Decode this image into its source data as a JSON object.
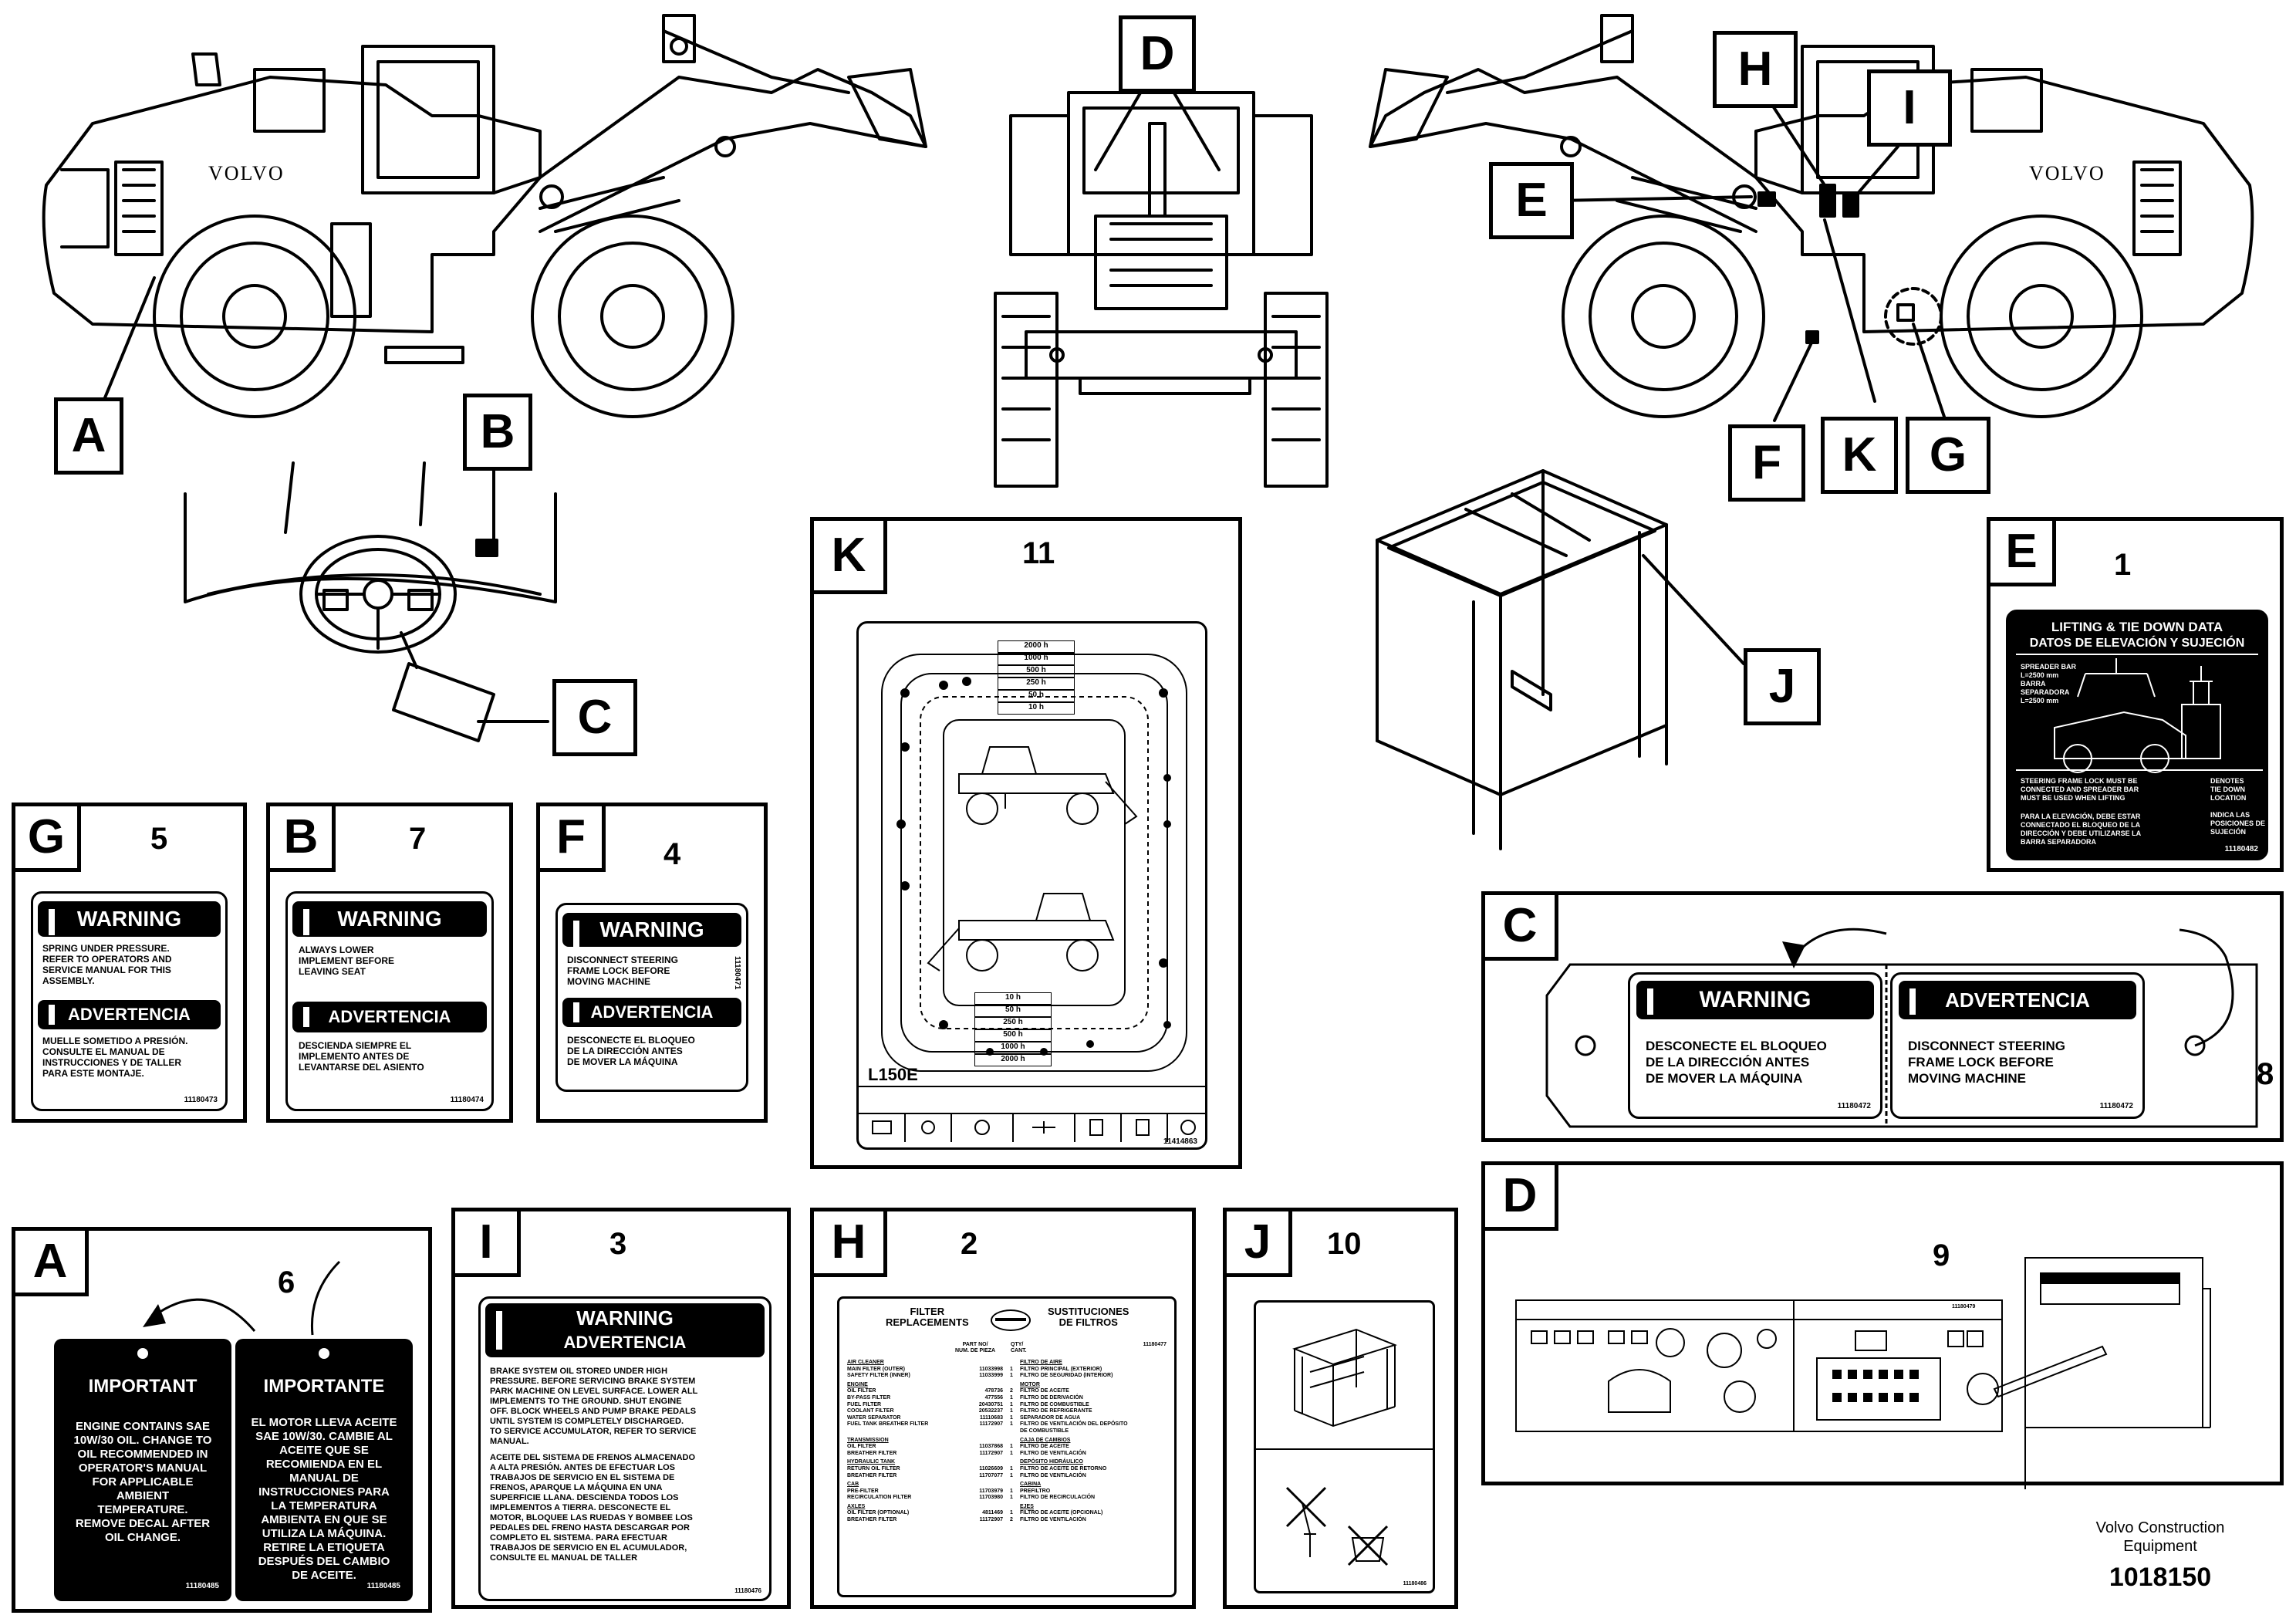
{
  "callouts": {
    "A": "A",
    "B": "B",
    "C": "C",
    "D": "D",
    "E": "E",
    "F": "F",
    "G": "G",
    "H": "H",
    "I": "I",
    "J": "J",
    "K": "K"
  },
  "decal_G": {
    "letter": "G",
    "item": "5",
    "warning": "WARNING",
    "warning_text": "SPRING UNDER PRESSURE.\nREFER TO OPERATORS AND\nSERVICE MANUAL FOR THIS\nASSEMBLY.",
    "advertencia": "ADVERTENCIA",
    "advertencia_text": "MUELLE SOMETIDO A PRESIÓN.\nCONSULTE EL MANUAL DE\nINSTRUCCIONES Y DE TALLER\nPARA ESTE MONTAJE.",
    "ref": "11180473"
  },
  "decal_B": {
    "letter": "B",
    "item": "7",
    "warning": "WARNING",
    "warning_text": "ALWAYS LOWER\nIMPLEMENT BEFORE\nLEAVING SEAT",
    "advertencia": "ADVERTENCIA",
    "advertencia_text": "DESCIENDA SIEMPRE EL\nIMPLEMENTO ANTES DE\nLEVANTARSE DEL ASIENTO",
    "ref": "11180474"
  },
  "decal_F": {
    "letter": "F",
    "item": "4",
    "warning": "WARNING",
    "warning_text": "DISCONNECT STEERING\nFRAME LOCK BEFORE\nMOVING MACHINE",
    "advertencia": "ADVERTENCIA",
    "advertencia_text": "DESCONECTE EL BLOQUEO\nDE LA DIRECCIÓN ANTES\nDE MOVER LA MÁQUINA",
    "ref": "11180471"
  },
  "decal_K": {
    "letter": "K",
    "item": "11",
    "model": "L150E",
    "hours_top": [
      "2000 h",
      "1000 h",
      "500 h",
      "250 h",
      "50 h",
      "10 h"
    ],
    "hours_bottom": [
      "10 h",
      "50 h",
      "250 h",
      "500 h",
      "1000 h",
      "2000 h"
    ],
    "ref": "11414863"
  },
  "decal_E": {
    "letter": "E",
    "item": "1",
    "title": "LIFTING & TIE DOWN DATA",
    "subtitle": "DATOS DE ELEVACIÓN Y SUJECIÓN",
    "spreader": "SPREADER BAR\nL=2500 mm\nBARRA\nSEPARADORA\nL=2500 mm",
    "text_en": "STEERING FRAME LOCK MUST BE\nCONNECTED AND SPREADER BAR\nMUST BE USED WHEN LIFTING",
    "text_es": "PARA LA ELEVACIÓN, DEBE ESTAR\nCONNECTADO EL BLOQUEO DE LA\nDIRECCIÓN Y DEBE UTILIZARSE LA\nBARRA SEPARADORA",
    "denotes": "DENOTES\nTIE DOWN\nLOCATION",
    "indica": "INDICA LAS\nPOSICIONES DE\nSUJECIÓN",
    "ref": "11180482"
  },
  "decal_C": {
    "letter": "C",
    "item": "8",
    "left_header": "WARNING",
    "left_text": "DESCONECTE EL BLOQUEO\nDE LA DIRECCIÓN ANTES\nDE MOVER LA MÁQUINA",
    "right_header": "ADVERTENCIA",
    "right_text": "DISCONNECT STEERING\nFRAME LOCK BEFORE\nMOVING MACHINE",
    "ref_left": "11180472",
    "ref_right": "11180472"
  },
  "decal_A": {
    "letter": "A",
    "item": "6",
    "left_title": "IMPORTANT",
    "left_text": "ENGINE CONTAINS SAE\n10W/30 OIL. CHANGE TO\nOIL RECOMMENDED IN\nOPERATOR'S MANUAL\nFOR APPLICABLE\nAMBIENT\nTEMPERATURE.\nREMOVE DECAL AFTER\nOIL CHANGE.",
    "left_ref": "11180485",
    "right_title": "IMPORTANTE",
    "right_text": "EL MOTOR LLEVA ACEITE\nSAE 10W/30. CAMBIE AL\nACEITE QUE SE\nRECOMIENDA EN EL\nMANUAL DE\nINSTRUCCIONES PARA\nLA TEMPERATURA\nAMBIENTA EN QUE SE\nUTILIZA LA MÁQUINA.\nRETIRE LA ETIQUETA\nDESPUÉS DEL CAMBIO\nDE ACEITE.",
    "right_ref": "11180485"
  },
  "decal_I": {
    "letter": "I",
    "item": "3",
    "warning": "WARNING",
    "advertencia": "ADVERTENCIA",
    "text_en": "BRAKE SYSTEM OIL STORED UNDER HIGH\nPRESSURE. BEFORE SERVICING BRAKE SYSTEM\nPARK MACHINE ON LEVEL SURFACE. LOWER ALL\nIMPLEMENTS TO THE GROUND. SHUT ENGINE\nOFF. BLOCK WHEELS AND PUMP BRAKE PEDALS\nUNTIL SYSTEM IS COMPLETELY DISCHARGED.\nTO SERVICE ACCUMULATOR, REFER TO SERVICE\nMANUAL.",
    "text_es": "ACEITE DEL SISTEMA DE FRENOS ALMACENADO\nA ALTA PRESIÓN. ANTES DE EFECTUAR LOS\nTRABAJOS DE SERVICIO EN EL SISTEMA DE\nFRENOS, APARQUE LA MÁQUINA EN UNA\nSUPERFICIE LLANA. DESCIENDA TODOS LOS\nIMPLEMENTOS A TIERRA. DESCONECTE EL\nMOTOR, BLOQUEE LAS RUEDAS Y BOMBEE LOS\nPEDALES DEL FRENO HASTA DESCARGAR POR\nCOMPLETO EL SISTEMA. PARA EFECTUAR\nTRABAJOS DE SERVICIO EN EL ACUMULADOR,\nCONSULTE EL MANUAL DE TALLER",
    "ref": "11180476"
  },
  "decal_H": {
    "letter": "H",
    "item": "2",
    "title_left": "FILTER\nREPLACEMENTS",
    "title_right": "SUSTITUCIONES\nDE FILTROS",
    "col_part": "PART NO/\nNUM. DE PIEZA",
    "col_qty": "QTY/\nCANT.",
    "ref": "11180477",
    "rows": [
      {
        "en": "AIR CLEANER",
        "part": "",
        "qty": "",
        "es": "FILTRO DE AIRE",
        "group": true
      },
      {
        "en": "MAIN FILTER (OUTER)",
        "part": "11033998",
        "qty": "1",
        "es": "FILTRO PRINCIPAL (EXTERIOR)"
      },
      {
        "en": "SAFETY FILTER (INNER)",
        "part": "11033999",
        "qty": "1",
        "es": "FILTRO DE SEGURIDAD (INTERIOR)"
      },
      {
        "en": "ENGINE",
        "part": "",
        "qty": "",
        "es": "MOTOR",
        "group": true
      },
      {
        "en": "OIL FILTER",
        "part": "478736",
        "qty": "2",
        "es": "FILTRO DE ACEITE"
      },
      {
        "en": "BY-PASS FILTER",
        "part": "477556",
        "qty": "1",
        "es": "FILTRO DE DERIVACIÓN"
      },
      {
        "en": "FUEL FILTER",
        "part": "20430751",
        "qty": "1",
        "es": "FILTRO DE COMBUSTIBLE"
      },
      {
        "en": "COOLANT FILTER",
        "part": "20532237",
        "qty": "1",
        "es": "FILTRO DE REFRIGERANTE"
      },
      {
        "en": "WATER SEPARATOR",
        "part": "11110683",
        "qty": "1",
        "es": "SEPARADOR DE AGUA"
      },
      {
        "en": "FUEL TANK BREATHER FILTER",
        "part": "11172907",
        "qty": "1",
        "es": "FILTRO DE VENTILACIÓN DEL DEPÓSITO\nDE COMBUSTIBLE"
      },
      {
        "en": "TRANSMISSION",
        "part": "",
        "qty": "",
        "es": "CAJA DE CAMBIOS",
        "group": true
      },
      {
        "en": "OIL FILTER",
        "part": "11037868",
        "qty": "1",
        "es": "FILTRO DE ACEITE"
      },
      {
        "en": "BREATHER FILTER",
        "part": "11172907",
        "qty": "1",
        "es": "FILTRO DE VENTILACIÓN"
      },
      {
        "en": "HYDRAULIC TANK",
        "part": "",
        "qty": "",
        "es": "DEPÓSITO HIDRÁULICO",
        "group": true
      },
      {
        "en": "RETURN OIL FILTER",
        "part": "11026609",
        "qty": "1",
        "es": "FILTRO DE ACEITE DE RETORNO"
      },
      {
        "en": "BREATHER FILTER",
        "part": "11707077",
        "qty": "1",
        "es": "FILTRO DE VENTILACIÓN"
      },
      {
        "en": "CAB",
        "part": "",
        "qty": "",
        "es": "CABINA",
        "group": true
      },
      {
        "en": "PRE-FILTER",
        "part": "11703979",
        "qty": "1",
        "es": "PREFILTRO"
      },
      {
        "en": "RECIRCULATION FILTER",
        "part": "11703980",
        "qty": "1",
        "es": "FILTRO DE RECIRCULACIÓN"
      },
      {
        "en": "AXLES",
        "part": "",
        "qty": "",
        "es": "EJES",
        "group": true
      },
      {
        "en": "OIL FILTER (OPTIONAL)",
        "part": "4811469",
        "qty": "1",
        "es": "FILTRO DE ACEITE (OPCIONAL)"
      },
      {
        "en": "BREATHER FILTER",
        "part": "11172907",
        "qty": "2",
        "es": "FILTRO DE VENTILACIÓN"
      }
    ]
  },
  "decal_J": {
    "letter": "J",
    "item": "10",
    "ref": "11180486"
  },
  "decal_D": {
    "letter": "D",
    "item": "9",
    "ref": "11180479"
  },
  "brand": "VOLVO",
  "footer": {
    "company": "Volvo Construction\nEquipment",
    "number": "1018150"
  }
}
